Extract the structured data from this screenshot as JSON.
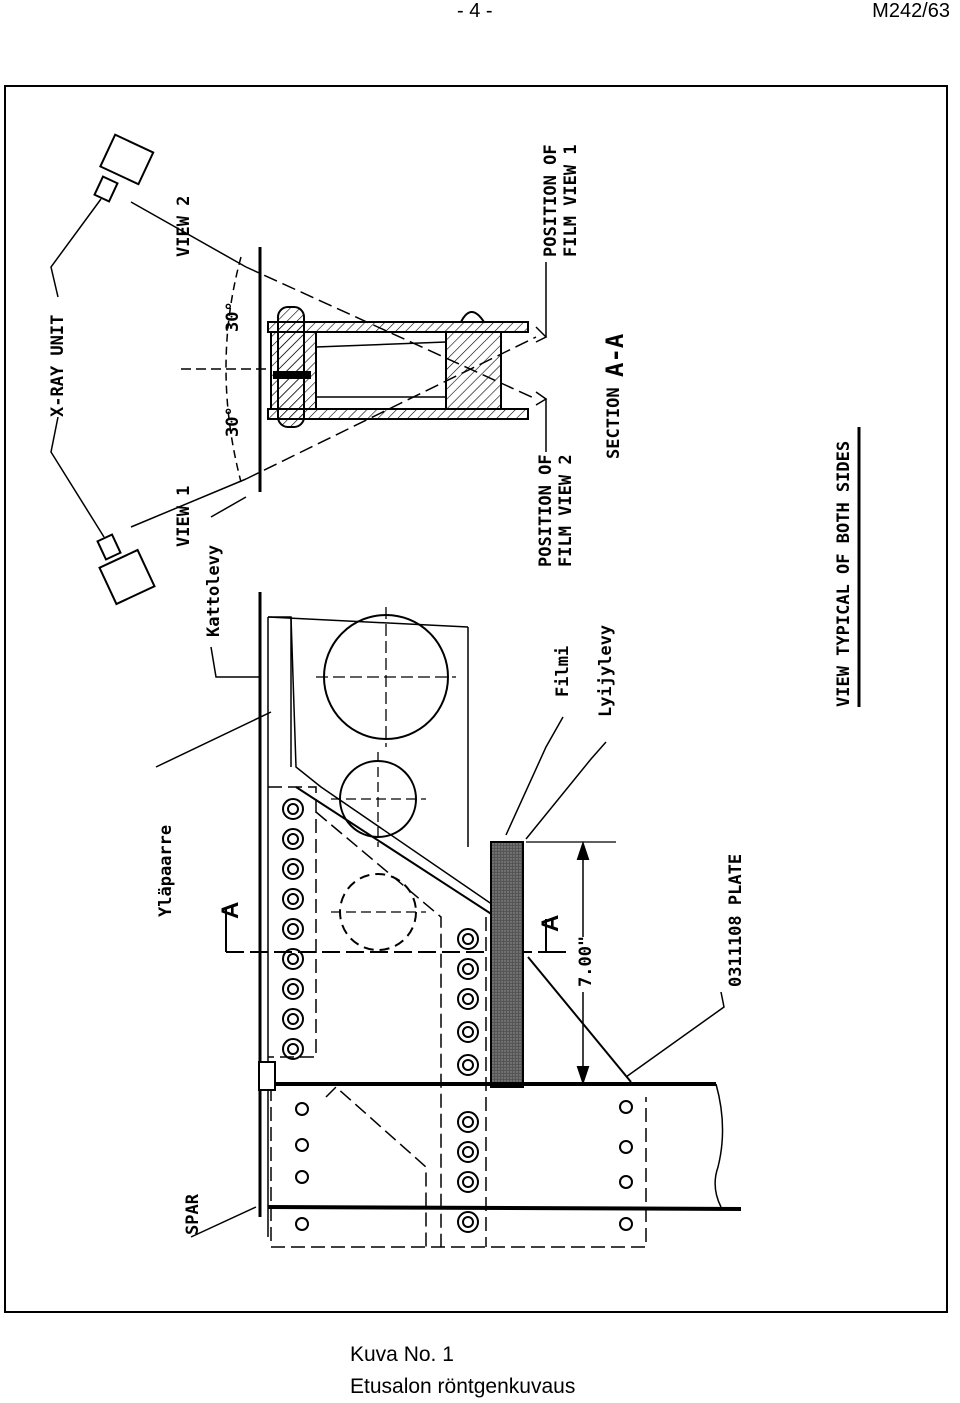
{
  "header": {
    "page_number": "- 4 -",
    "document_ref": "M242/63"
  },
  "labels": {
    "xray_unit": "X-RAY UNIT",
    "view_1": "VIEW 1",
    "view_2": "VIEW 2",
    "angle_left": "30°",
    "angle_right": "30°",
    "position_film_view_1_a": "POSITION OF",
    "position_film_view_1_b": "FILM VIEW 1",
    "position_film_view_2_a": "POSITION OF",
    "position_film_view_2_b": "FILM VIEW 2",
    "section_word": "SECTION",
    "section_id": "A-A",
    "kattolevy": "Kattolevy",
    "ylapaarre": "Yläpaarre",
    "filmi": "Filmi",
    "lyijylevy": "Lyijylevy",
    "view_typical": "VIEW TYPICAL OF BOTH SIDES",
    "section_marker_left": "A",
    "section_marker_right": "A",
    "dimension": "7.00\"",
    "plate": "0311108 PLATE",
    "spar": "SPAR"
  },
  "caption": {
    "line1": "Kuva No. 1",
    "line2": "Etusalon röntgenkuvaus"
  }
}
